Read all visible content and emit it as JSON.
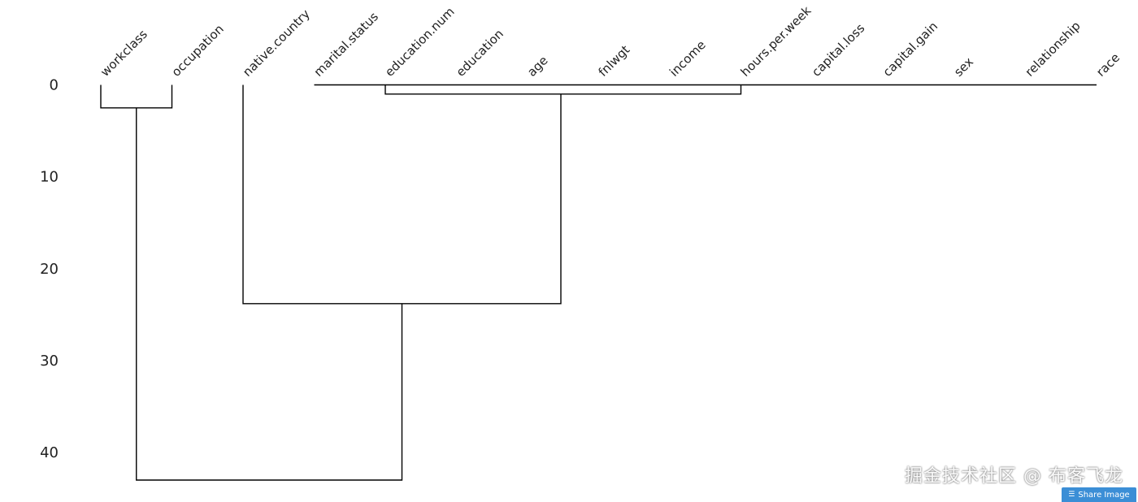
{
  "chart_data": {
    "type": "dendrogram",
    "leaves": [
      "workclass",
      "occupation",
      "native.country",
      "marital.status",
      "education.num",
      "education",
      "age",
      "fnlwgt",
      "income",
      "hours.per.week",
      "capital.loss",
      "capital.gain",
      "sex",
      "relationship",
      "race"
    ],
    "ytick_labels": [
      "0",
      "10",
      "20",
      "30",
      "40"
    ],
    "ylim": [
      0,
      43
    ],
    "links": [
      {
        "left": "workclass",
        "right": "occupation",
        "height": 2.5
      },
      {
        "left": "marital.status",
        "right": "education.num",
        "height": 0
      },
      {
        "left": "education.num",
        "right": "education",
        "height": 0
      },
      {
        "left": "education",
        "right": "age",
        "height": 0
      },
      {
        "left": "age",
        "right": "fnlwgt",
        "height": 0
      },
      {
        "left": "fnlwgt",
        "right": "income",
        "height": 1
      },
      {
        "left": "income",
        "right": "hours.per.week",
        "height": 0
      },
      {
        "left": "hours.per.week",
        "right": "capital.loss",
        "height": 0
      },
      {
        "left": "capital.loss",
        "right": "capital.gain",
        "height": 0
      },
      {
        "left": "capital.gain",
        "right": "sex",
        "height": 0
      },
      {
        "left": "sex",
        "right": "relationship",
        "height": 0
      },
      {
        "left": "relationship",
        "right": "race",
        "height": 0
      },
      {
        "left": "native.country",
        "right": "marital.status..race",
        "height": 23.8
      },
      {
        "left": "workclass,occupation",
        "right": "native.country..race",
        "height": 43
      }
    ]
  },
  "watermark": "掘金技术社区 @ 布客飞龙",
  "share_button": {
    "icon": "layers-icon",
    "label": "Share Image"
  },
  "colors": {
    "line": "#000000",
    "share_bg": "#3b8ed6"
  }
}
